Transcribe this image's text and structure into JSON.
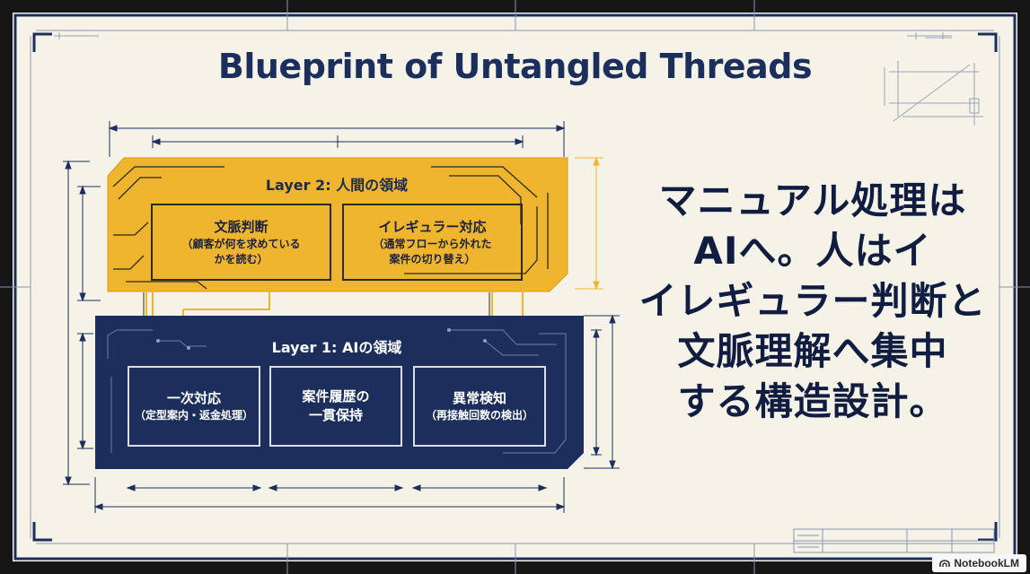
{
  "title": "Blueprint of Untangled Threads",
  "layer2": {
    "label": "Layer 2: 人間の領域",
    "boxes": [
      {
        "title": "文脈判断",
        "sub": [
          "（顧客が何を求めている",
          "かを読む）"
        ]
      },
      {
        "title": "イレギュラー対応",
        "sub": [
          "（通常フローから外れた",
          "案件の切り替え）"
        ]
      }
    ]
  },
  "layer1": {
    "label": "Layer 1: AIの領域",
    "boxes": [
      {
        "title": "一次対応",
        "sub": [
          "（定型案内・返金処理）"
        ]
      },
      {
        "title": "案件履歴の",
        "title2": "一貫保持"
      },
      {
        "title": "異常検知",
        "sub": [
          "（再接触回数の検出）"
        ]
      }
    ]
  },
  "message_lines": [
    "マニュアル処理は",
    "AIへ。人はイ",
    "イレギュラー判断と",
    "文脈理解へ集中",
    "する構造設計。"
  ],
  "watermark": "NotebookLM",
  "colors": {
    "gold": "#f0b52e",
    "navy": "#1c2f5c",
    "paper": "#f5f2e7",
    "line": "#1c2f5c"
  }
}
